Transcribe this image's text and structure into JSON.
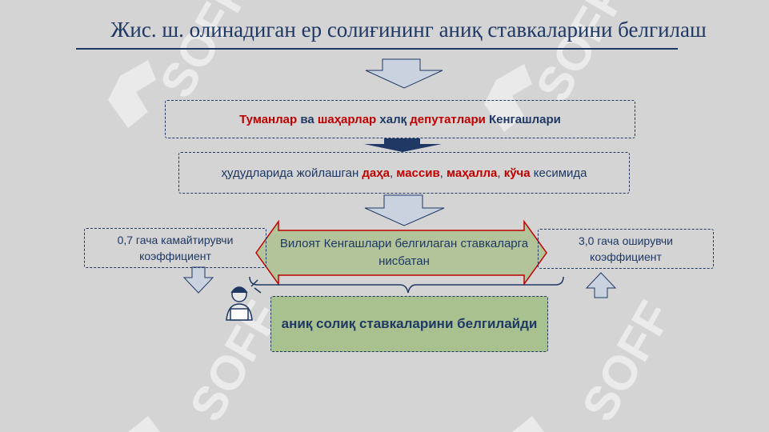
{
  "title": "Жис. ш. олинадиган ер солиғининг аниқ  ставкаларини белгилаш",
  "box1": {
    "p1": "Туманлар",
    "p2": " ва ",
    "p3": "шаҳарлар",
    "p4": " халқ ",
    "p5": "депутатлари",
    "p6": " Кенгашлари"
  },
  "box2": {
    "p1": "ҳудудларида жойлашган ",
    "p2": "даҳа",
    "p3": ", ",
    "p4": "массив",
    "p5": ", ",
    "p6": "маҳалла",
    "p7": ", ",
    "p8": "кўча",
    "p9": " кесимида"
  },
  "left_box": "0,7 гача камайтирувчи коэффициент",
  "right_box": "3,0 гача оширувчи коэффициент",
  "center_arrow_text": "Вилоят Кенгашлари белгилаган ставкаларга нисбатан",
  "result_box": "аниқ солиқ ставкаларини белгилайди",
  "watermark": "SOFF",
  "colors": {
    "navy": "#1f3864",
    "red": "#c00000",
    "green_fill": "#a9c08f",
    "bg": "#d4d4d4"
  },
  "icons": [
    "down-arrow-icon",
    "up-arrow-icon",
    "double-arrow-icon",
    "brace-icon",
    "worker-laptop-icon"
  ]
}
